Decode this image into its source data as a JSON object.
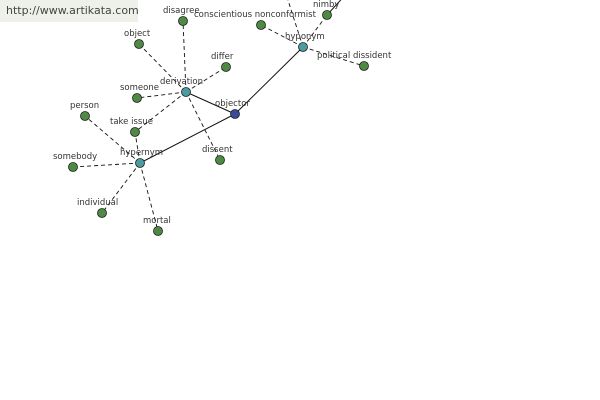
{
  "site": {
    "url": "http://www.artikata.com"
  },
  "colors": {
    "center": "#3b4a9c",
    "hub": "#4a9ca0",
    "leaf": "#4e8a43",
    "edge": "#111111",
    "dash": "#111111"
  },
  "nodes": [
    {
      "id": "objector",
      "label": "objector",
      "kind": "center"
    },
    {
      "id": "derivation",
      "label": "derivation",
      "kind": "hub"
    },
    {
      "id": "hypernym",
      "label": "hypernym",
      "kind": "hub"
    },
    {
      "id": "hyponym",
      "label": "hyponym",
      "kind": "hub"
    },
    {
      "id": "disagree",
      "label": "disagree",
      "kind": "leaf"
    },
    {
      "id": "object",
      "label": "object",
      "kind": "leaf"
    },
    {
      "id": "differ",
      "label": "differ",
      "kind": "leaf"
    },
    {
      "id": "someone",
      "label": "someone",
      "kind": "leaf"
    },
    {
      "id": "take-issue",
      "label": "take issue",
      "kind": "leaf"
    },
    {
      "id": "dissent",
      "label": "dissent",
      "kind": "leaf"
    },
    {
      "id": "person",
      "label": "person",
      "kind": "leaf"
    },
    {
      "id": "somebody",
      "label": "somebody",
      "kind": "leaf"
    },
    {
      "id": "individual",
      "label": "individual",
      "kind": "leaf"
    },
    {
      "id": "mortal",
      "label": "mortal",
      "kind": "leaf"
    },
    {
      "id": "conscientious-nonconformist",
      "label": "conscientious nonconformist",
      "kind": "leaf"
    },
    {
      "id": "nimby",
      "label": "nimby",
      "kind": "leaf"
    },
    {
      "id": "political-dissident",
      "label": "political dissident",
      "kind": "leaf"
    }
  ],
  "edges": [
    {
      "from": "objector",
      "to": "derivation",
      "style": "solid"
    },
    {
      "from": "objector",
      "to": "hypernym",
      "style": "solid"
    },
    {
      "from": "objector",
      "to": "hyponym",
      "style": "solid"
    },
    {
      "from": "derivation",
      "to": "disagree",
      "style": "dashed"
    },
    {
      "from": "derivation",
      "to": "object",
      "style": "dashed"
    },
    {
      "from": "derivation",
      "to": "differ",
      "style": "dashed"
    },
    {
      "from": "derivation",
      "to": "someone",
      "style": "dashed"
    },
    {
      "from": "derivation",
      "to": "take-issue",
      "style": "dashed"
    },
    {
      "from": "derivation",
      "to": "dissent",
      "style": "dashed"
    },
    {
      "from": "hypernym",
      "to": "person",
      "style": "dashed"
    },
    {
      "from": "hypernym",
      "to": "somebody",
      "style": "dashed"
    },
    {
      "from": "hypernym",
      "to": "individual",
      "style": "dashed"
    },
    {
      "from": "hypernym",
      "to": "mortal",
      "style": "dashed"
    },
    {
      "from": "hypernym",
      "to": "take-issue",
      "style": "dashed"
    },
    {
      "from": "hyponym",
      "to": "conscientious-nonconformist",
      "style": "dashed"
    },
    {
      "from": "hyponym",
      "to": "nimby",
      "style": "dashed"
    },
    {
      "from": "hyponym",
      "to": "political-dissident",
      "style": "dashed"
    }
  ]
}
